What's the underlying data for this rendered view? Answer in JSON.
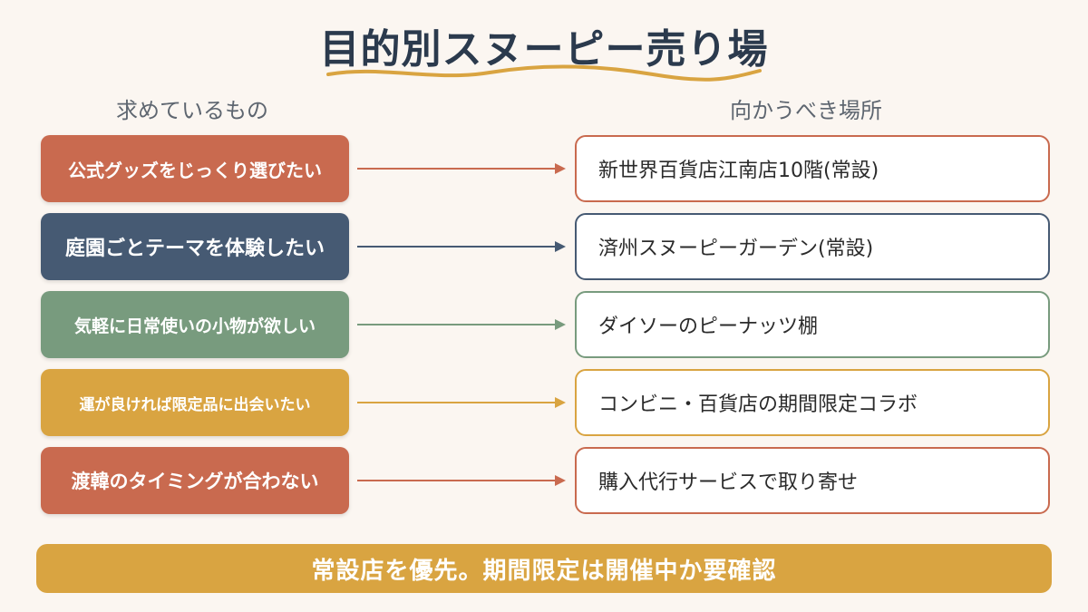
{
  "title": "目的別スヌーピー売り場",
  "headers": {
    "left": "求めているもの",
    "right": "向かうべき場所"
  },
  "colors": {
    "terracotta": "#c96a4f",
    "navy": "#465a73",
    "sage": "#789b7e",
    "mustard": "#d9a441",
    "title_underline": "#d9a441"
  },
  "rows": [
    {
      "need": "公式グッズをじっくり選びたい",
      "place": "新世界百貨店江南店10階(常設)",
      "color": "#c96a4f",
      "font_size": 20
    },
    {
      "need": "庭園ごとテーマを体験したい",
      "place": "済州スヌーピーガーデン(常設)",
      "color": "#465a73",
      "font_size": 22
    },
    {
      "need": "気軽に日常使いの小物が欲しい",
      "place": "ダイソーのピーナッツ棚",
      "color": "#789b7e",
      "font_size": 19
    },
    {
      "need": "運が良ければ限定品に出会いたい",
      "place": "コンビニ・百貨店の期間限定コラボ",
      "color": "#d9a441",
      "font_size": 17
    },
    {
      "need": "渡韓のタイミングが合わない",
      "place": "購入代行サービスで取り寄せ",
      "color": "#c96a4f",
      "font_size": 21
    }
  ],
  "footer": "常設店を優先。期間限定は開催中か要確認"
}
